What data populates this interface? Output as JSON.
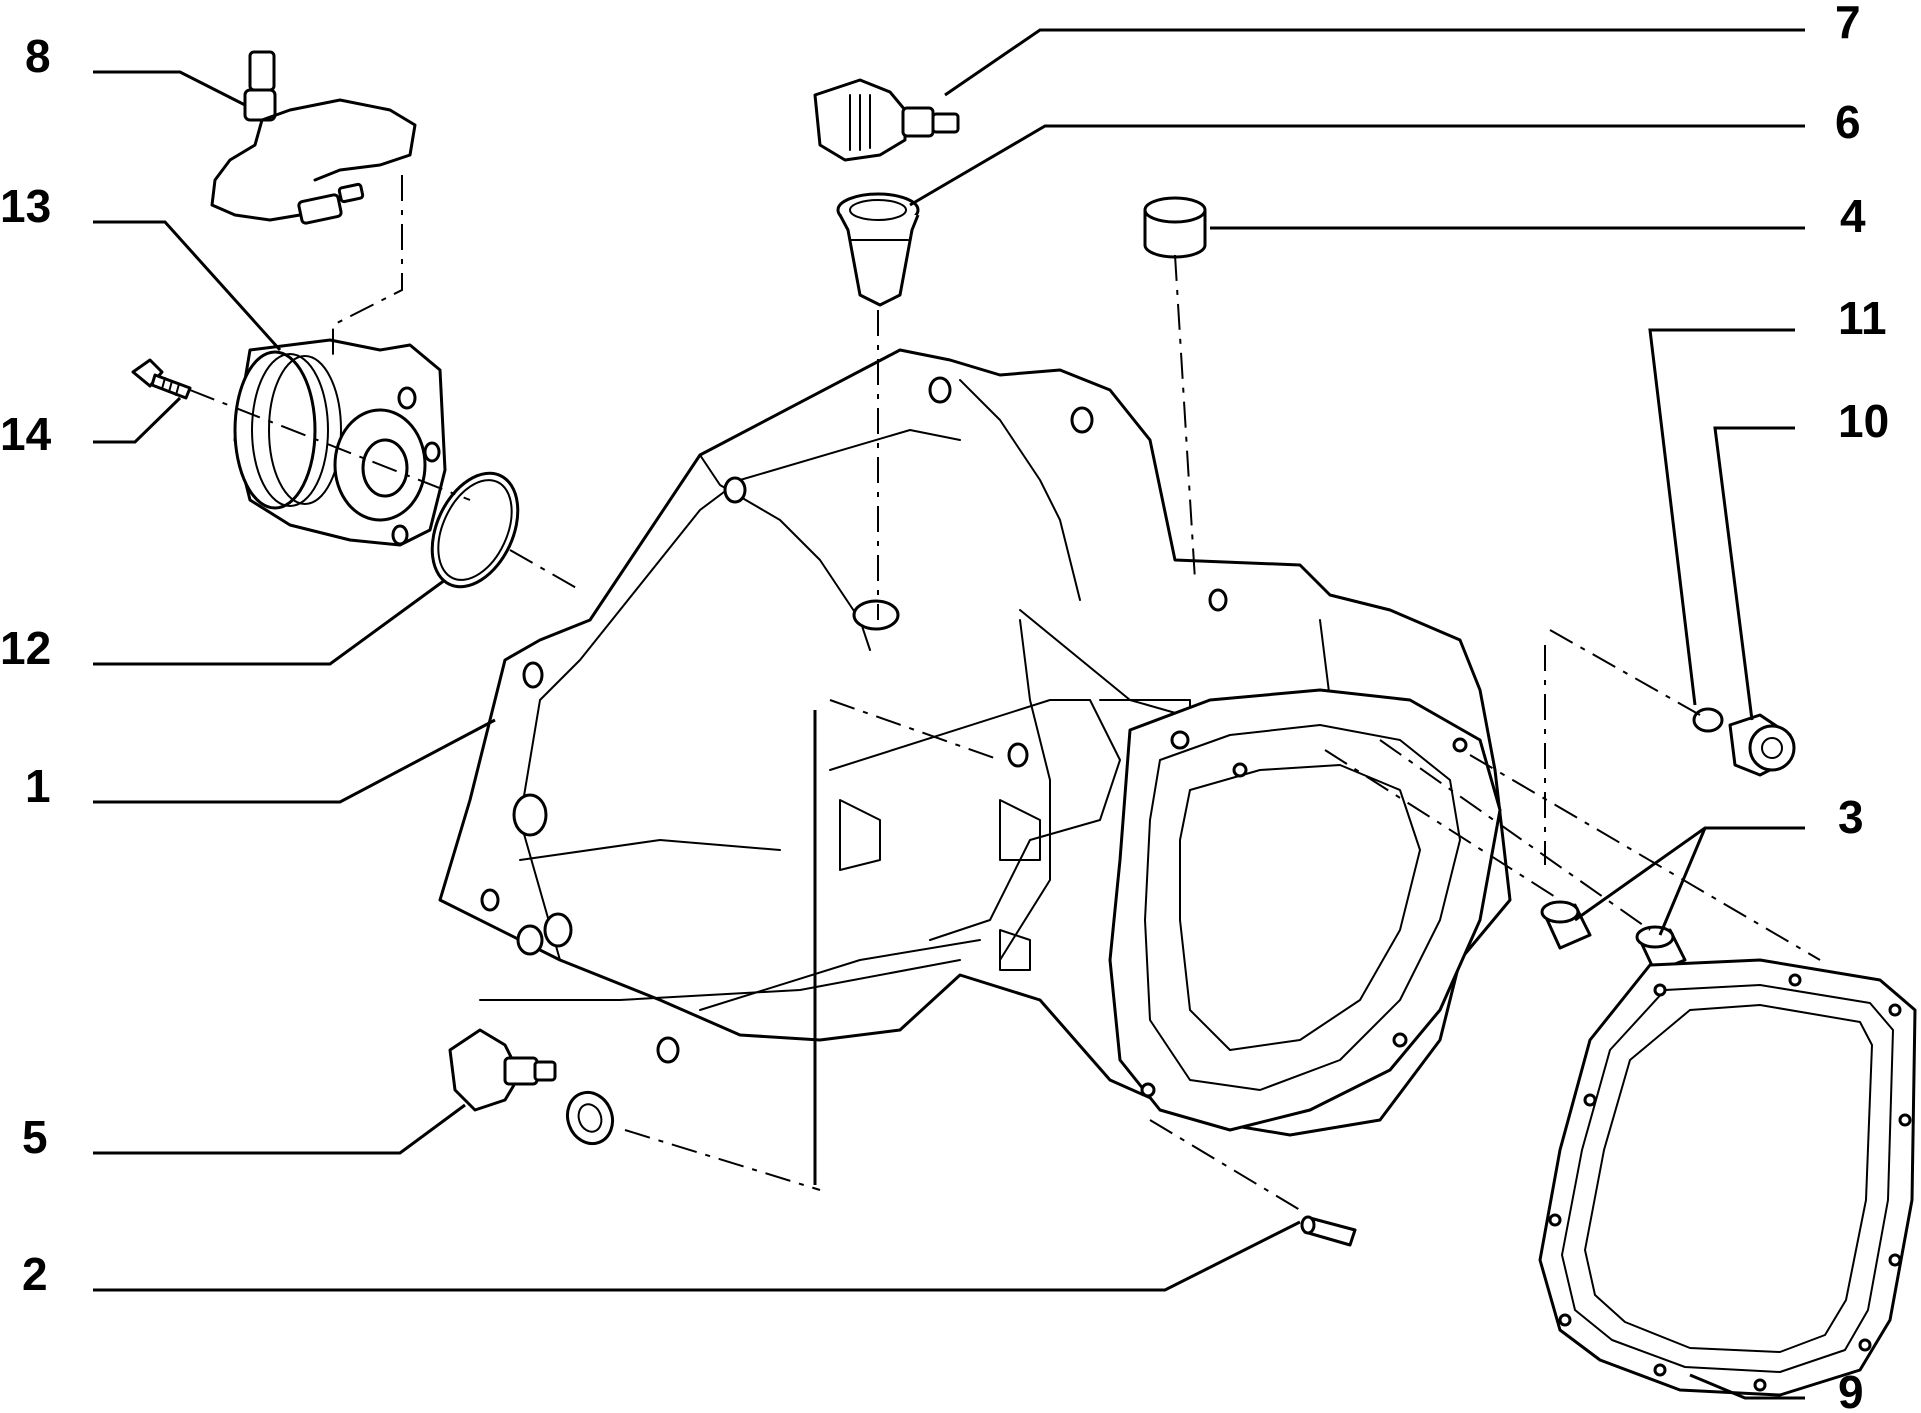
{
  "diagram": {
    "callouts": [
      {
        "id": "c8",
        "label": "8"
      },
      {
        "id": "c13",
        "label": "13"
      },
      {
        "id": "c14",
        "label": "14"
      },
      {
        "id": "c12",
        "label": "12"
      },
      {
        "id": "c1",
        "label": "1"
      },
      {
        "id": "c5",
        "label": "5"
      },
      {
        "id": "c2",
        "label": "2"
      },
      {
        "id": "c7",
        "label": "7"
      },
      {
        "id": "c6",
        "label": "6"
      },
      {
        "id": "c4",
        "label": "4"
      },
      {
        "id": "c11",
        "label": "11"
      },
      {
        "id": "c10",
        "label": "10"
      },
      {
        "id": "c3",
        "label": "3"
      },
      {
        "id": "c9",
        "label": "9"
      }
    ]
  }
}
